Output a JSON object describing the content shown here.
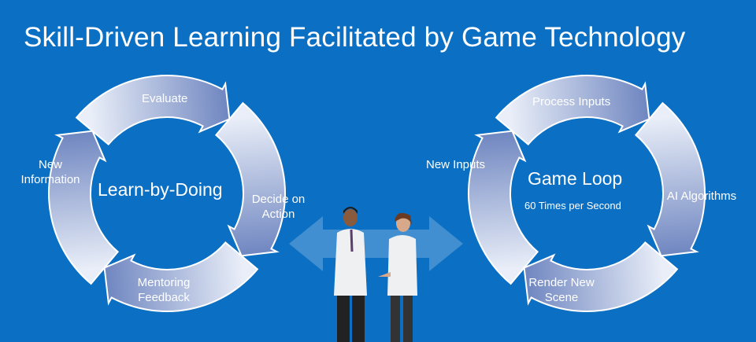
{
  "title": "Skill-Driven Learning Facilitated by Game Technology",
  "left_cycle": {
    "center": "Learn-by-Doing",
    "steps": [
      "Evaluate",
      "Decide on Action",
      "Mentoring Feedback",
      "New Information"
    ]
  },
  "right_cycle": {
    "center": "Game Loop",
    "subtitle": "60 Times per Second",
    "steps": [
      "Process Inputs",
      "AI Algorithms",
      "Render New Scene",
      "New Inputs"
    ]
  },
  "colors": {
    "background": "#0b6fc3",
    "ring_light": "#e9eef8",
    "ring_dark": "#6f86c0"
  }
}
